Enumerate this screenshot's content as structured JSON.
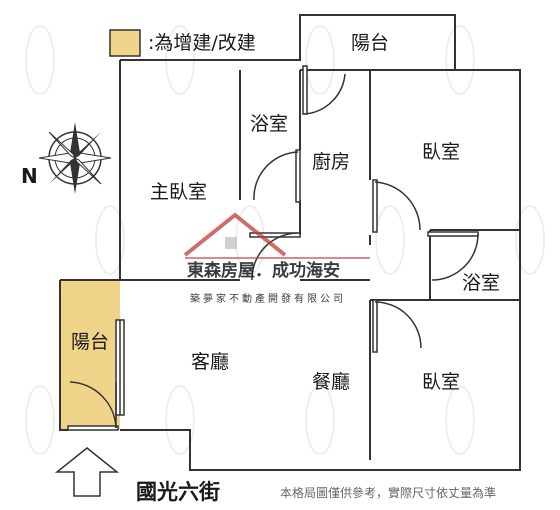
{
  "legend": {
    "text": ":為增建/改建",
    "swatch_color": "#f0d48a"
  },
  "rooms": {
    "balcony_top": "陽台",
    "bath_top": "浴室",
    "kitchen": "廚房",
    "bedroom_ne": "臥室",
    "master_bedroom": "主臥室",
    "bath_right": "浴室",
    "balcony_left": "陽台",
    "living_room": "客廳",
    "dining_room": "餐廳",
    "bedroom_se": "臥室"
  },
  "compass": {
    "north": "N"
  },
  "street": "國光六街",
  "watermark": {
    "company": "東森房屋．成功海安",
    "sub": "築夢家不動產開發有限公司"
  },
  "note": "本格局圖僅供參考，實際尺寸依丈量為準",
  "colors": {
    "wall": "#333333",
    "addition": "#f0d48a",
    "logo": "#c23b3b"
  }
}
